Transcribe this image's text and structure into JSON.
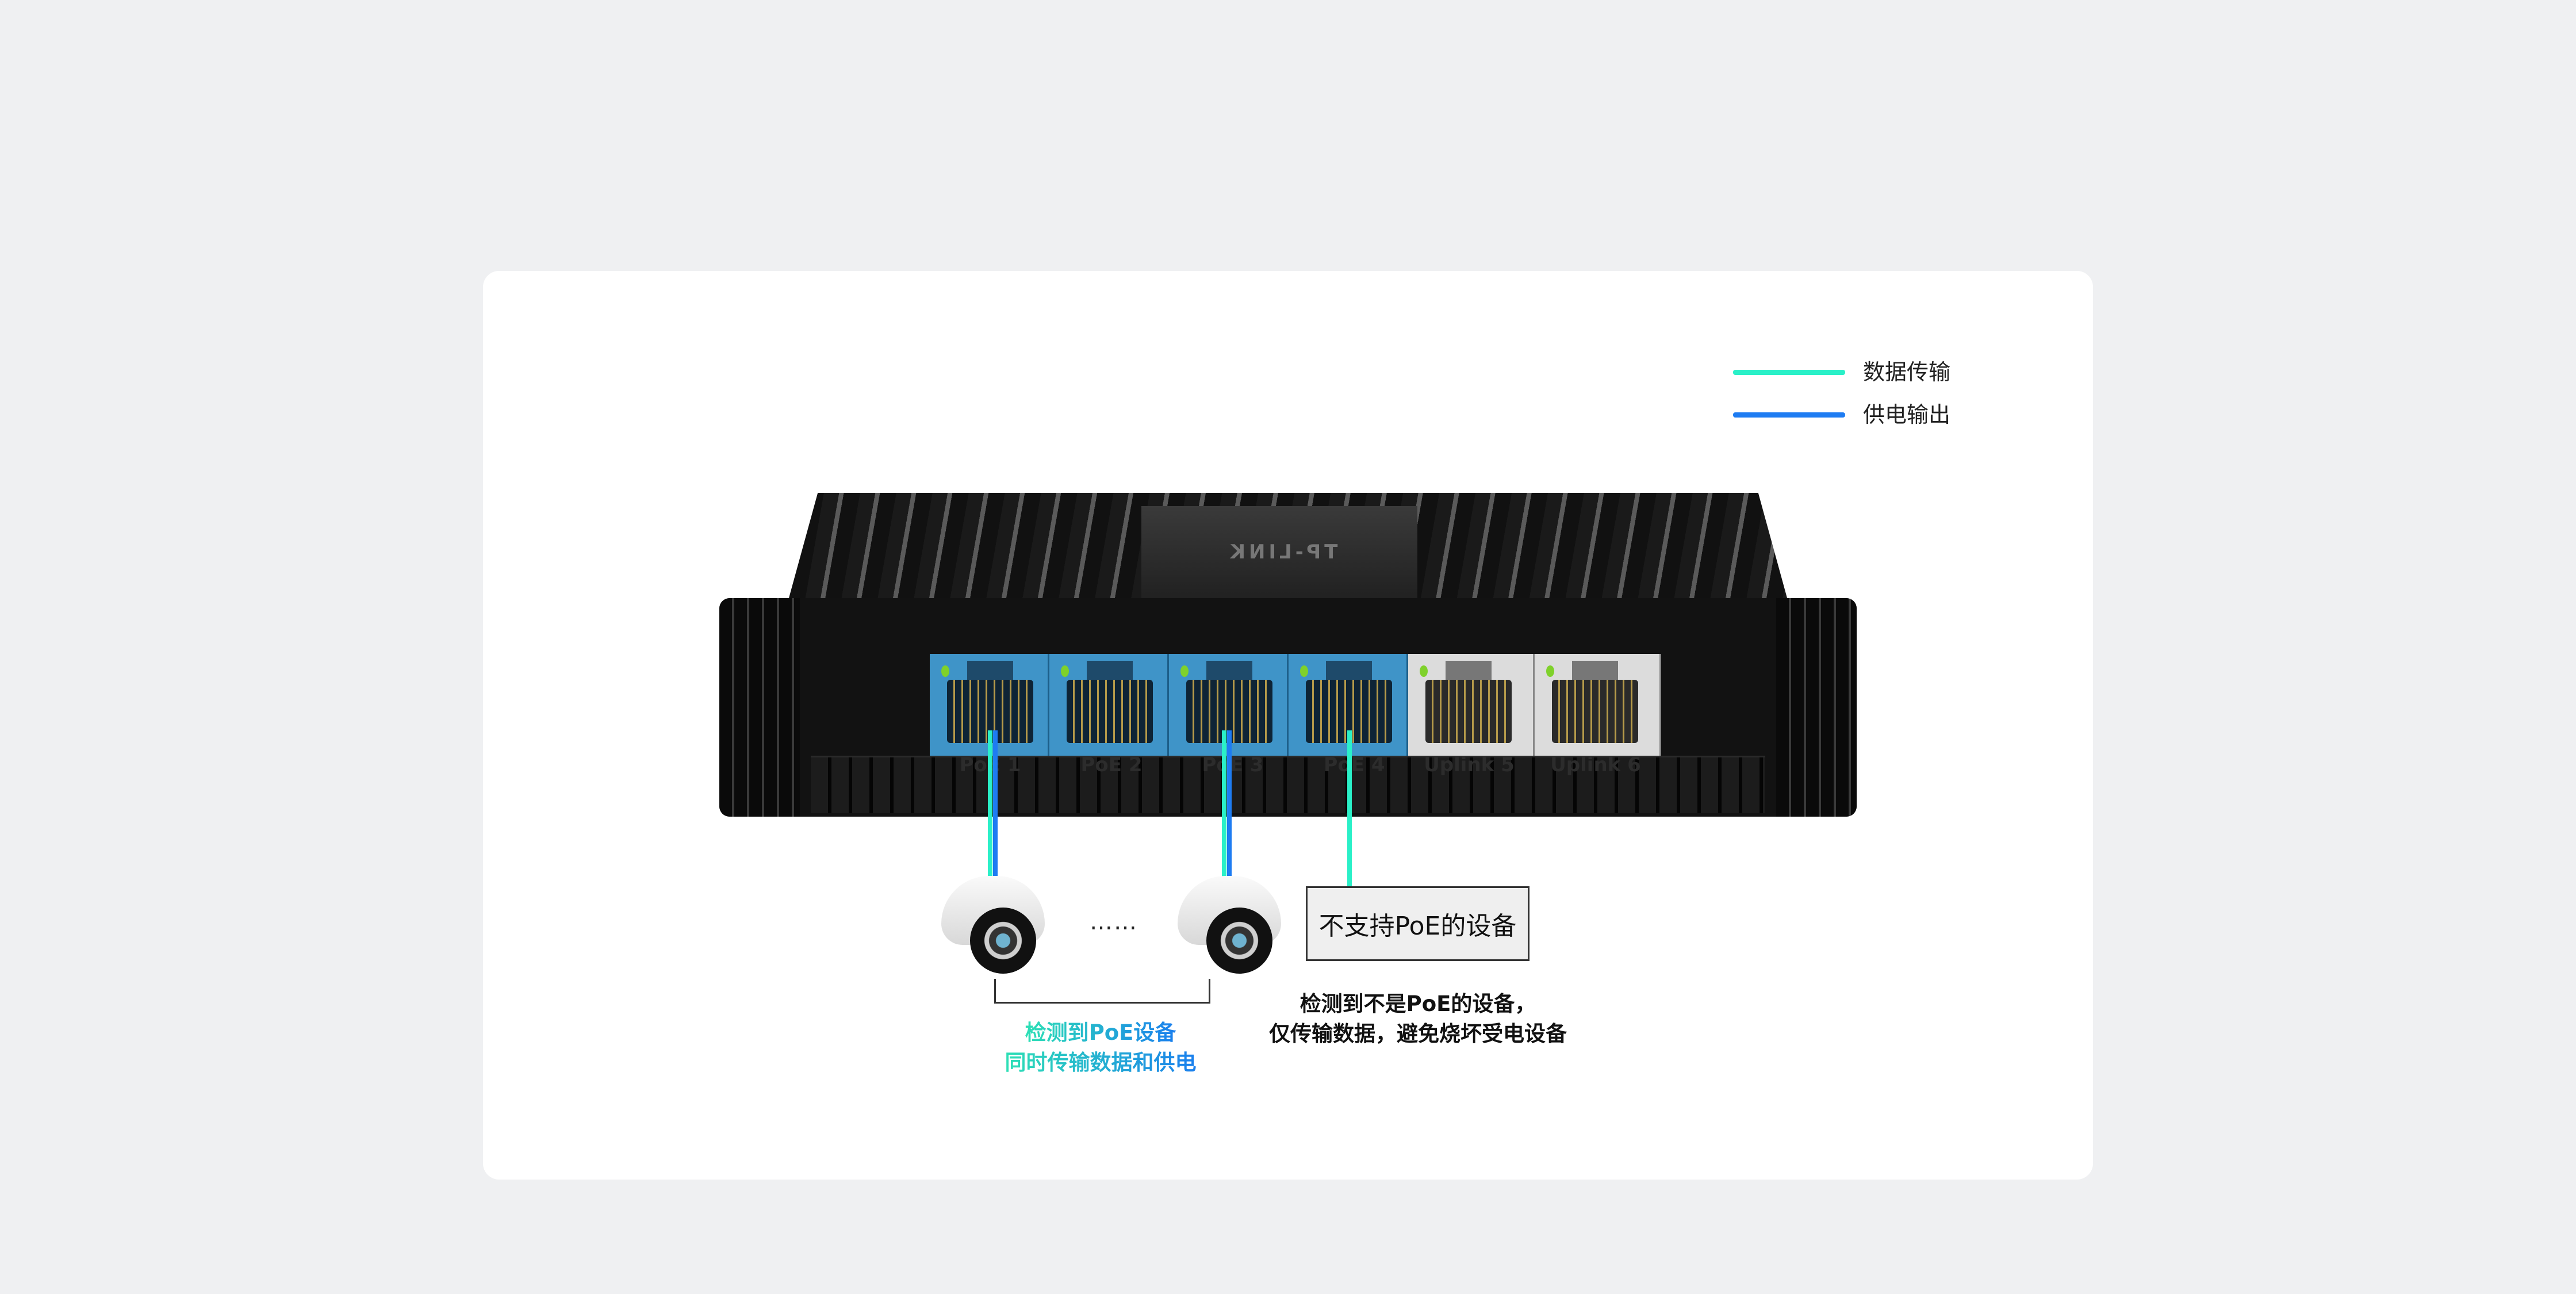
{
  "legend": [
    {
      "label": "数据传输",
      "color": "#2af0c8"
    },
    {
      "label": "供电输出",
      "color": "#1e7cf2"
    }
  ],
  "switch": {
    "brand": "TP-LINK",
    "ports": [
      {
        "label": "PoE 1",
        "type": "poe"
      },
      {
        "label": "PoE 2",
        "type": "poe"
      },
      {
        "label": "PoE 3",
        "type": "poe"
      },
      {
        "label": "PoE 4",
        "type": "poe"
      },
      {
        "label": "Uplink 5",
        "type": "uplink"
      },
      {
        "label": "Uplink 6",
        "type": "uplink"
      }
    ]
  },
  "ellipsis": "……",
  "non_poe_box": "不支持PoE的设备",
  "poe_caption": [
    "检测到PoE设备",
    "同时传输数据和供电"
  ],
  "non_poe_caption": [
    "检测到不是PoE的设备，",
    "仅传输数据，避免烧坏受电设备"
  ]
}
